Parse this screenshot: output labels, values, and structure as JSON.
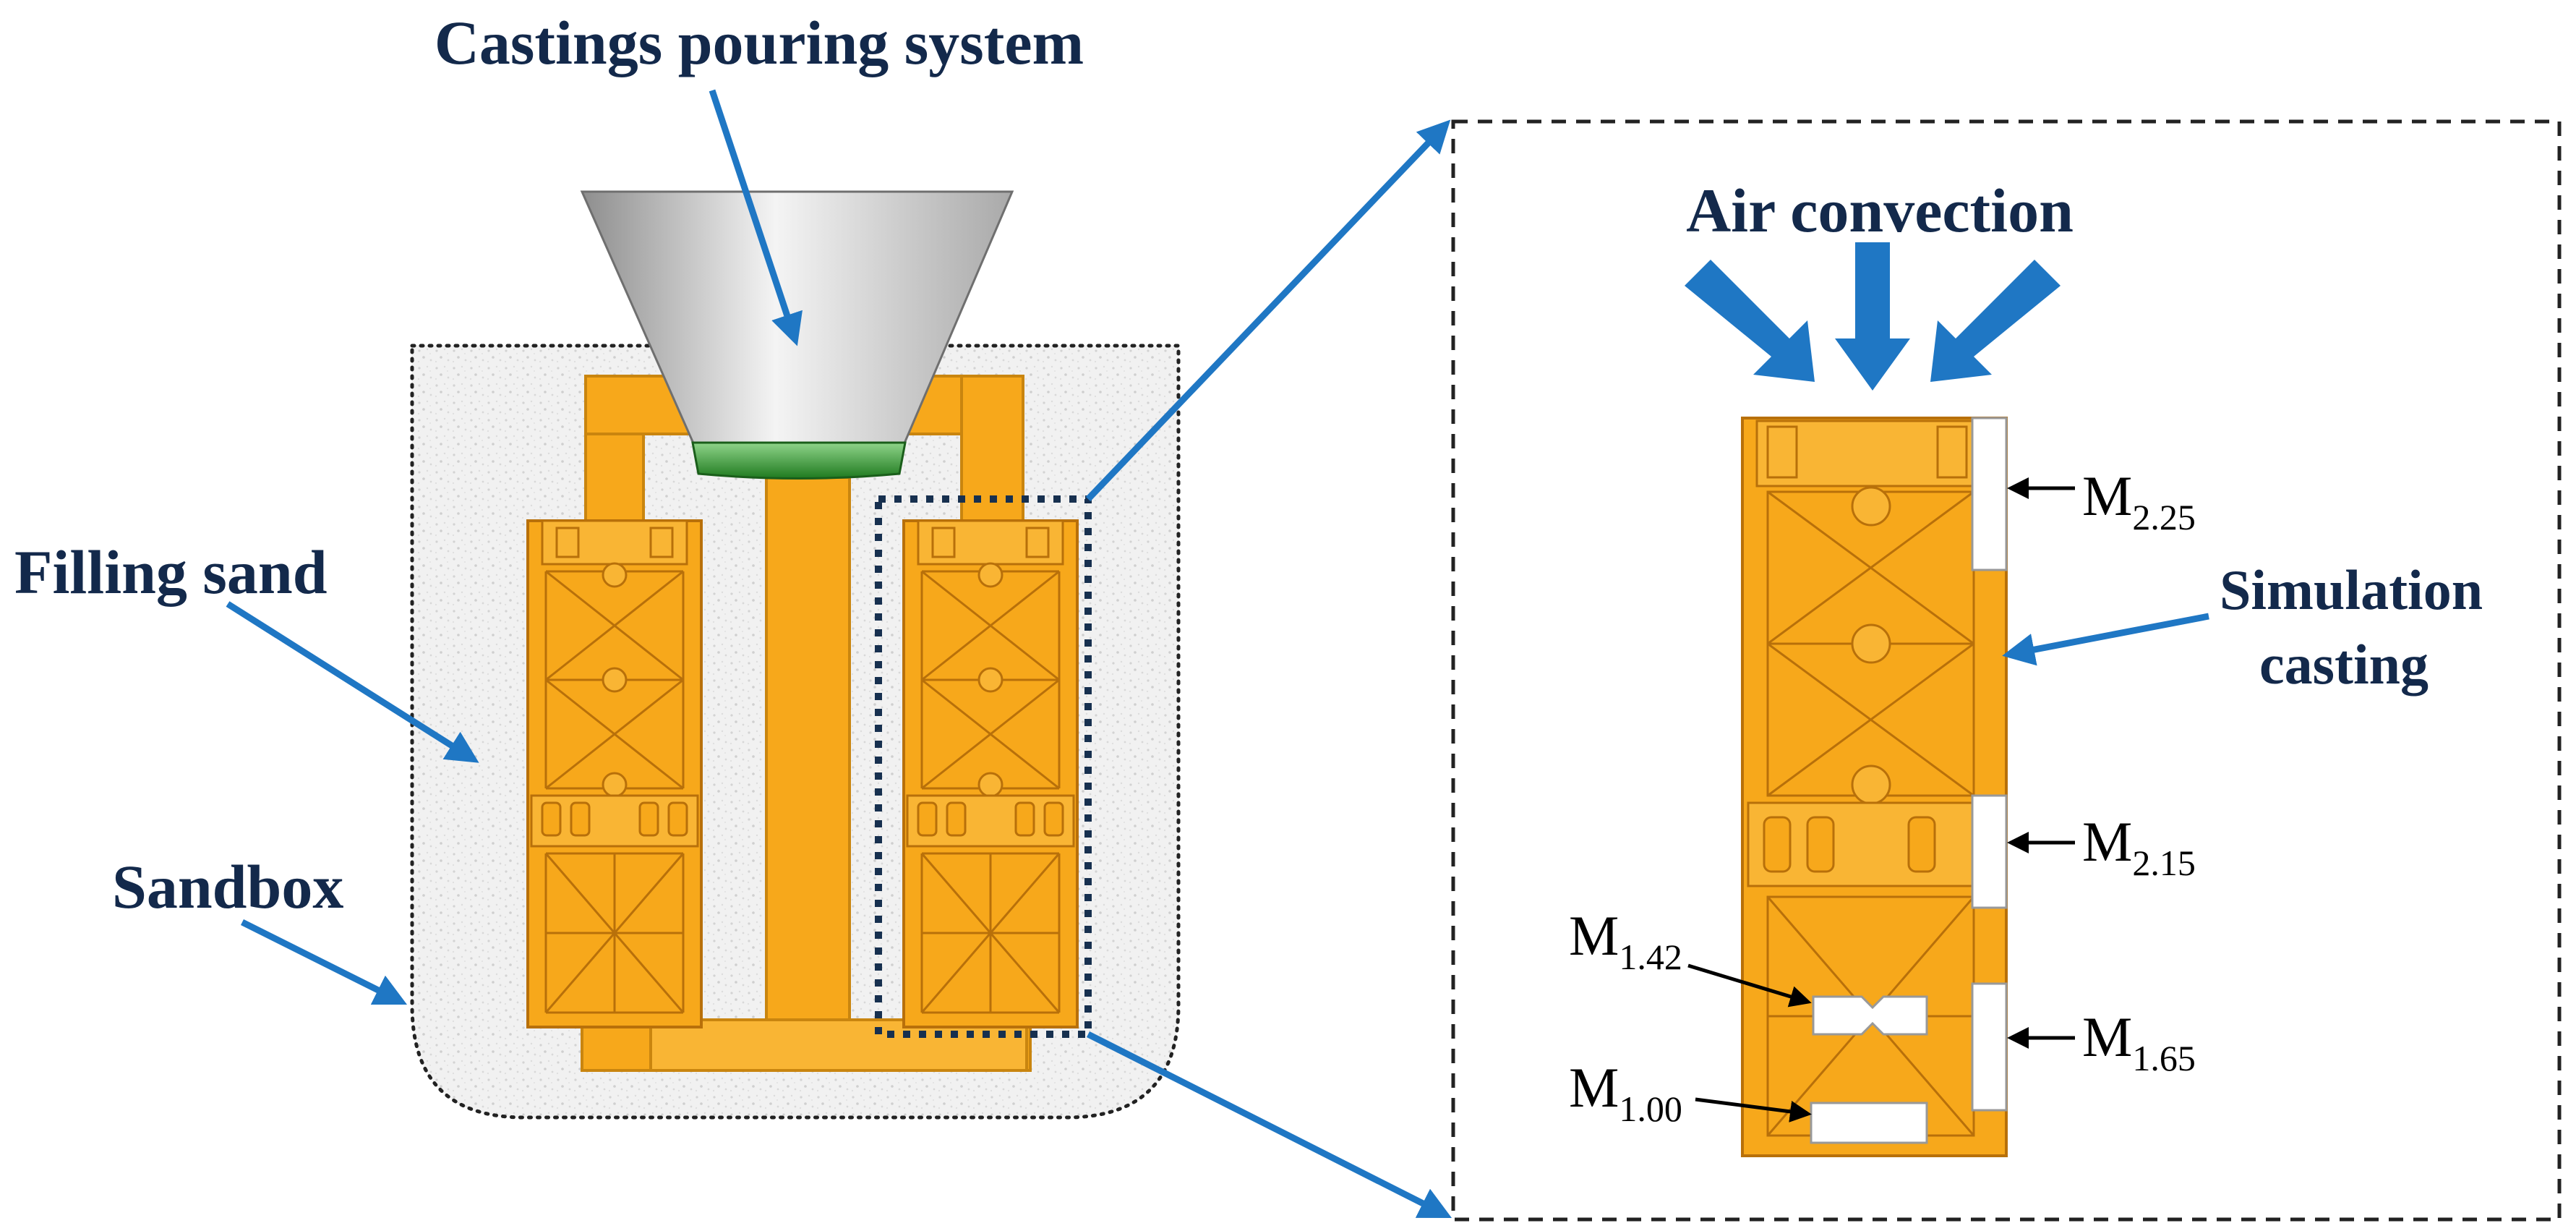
{
  "labels": {
    "pouring_system": "Castings pouring system",
    "filling_sand": "Filling sand",
    "sandbox": "Sandbox",
    "air_convection": "Air convection",
    "simulation_line1": "Simulation",
    "simulation_line2": "casting"
  },
  "modulus_labels": [
    {
      "id": "m225",
      "base": "M",
      "sub": "2.25"
    },
    {
      "id": "m215",
      "base": "M",
      "sub": "2.15"
    },
    {
      "id": "m142",
      "base": "M",
      "sub": "1.42"
    },
    {
      "id": "m165",
      "base": "M",
      "sub": "1.65"
    },
    {
      "id": "m100",
      "base": "M",
      "sub": "1.00"
    }
  ],
  "colors": {
    "label_navy": "#13294b",
    "arrow_blue": "#1f77c4",
    "casting_orange": "#f7a81b",
    "casting_line": "#b8700a",
    "sand": "#efefef",
    "funnel_gray": "#c8c8c8",
    "nozzle_green": "#2e9a2e"
  }
}
